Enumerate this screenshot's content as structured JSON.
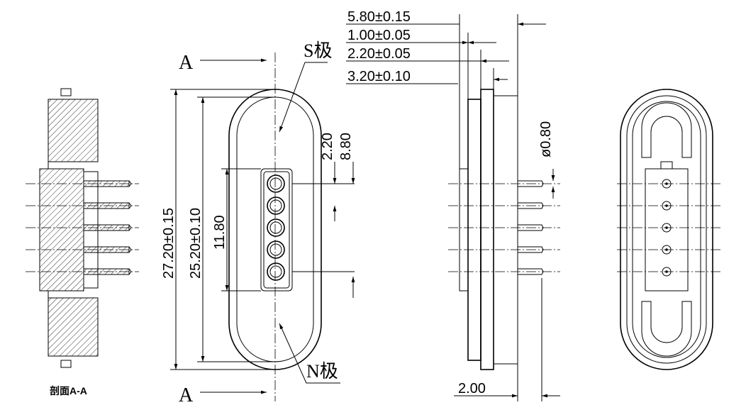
{
  "section_view": {
    "caption": "剖面A-A",
    "cut_letter_top": "A",
    "cut_letter_bottom": "A"
  },
  "front_view": {
    "pole_s_label": "S极",
    "pole_n_label": "N极",
    "dims": {
      "overall_length": "27.20±0.15",
      "inner_length": "25.20±0.10",
      "pin_span": "11.80",
      "pin_offset": "2.20",
      "pin_top_offset": "8.80"
    }
  },
  "side_view": {
    "dims": {
      "depth": "5.80±0.15",
      "flange": "1.00±0.05",
      "step": "2.20±0.05",
      "body": "3.20±0.10",
      "pin_diameter": "ø0.80",
      "pin_length": "2.00"
    }
  },
  "rear_view": {}
}
